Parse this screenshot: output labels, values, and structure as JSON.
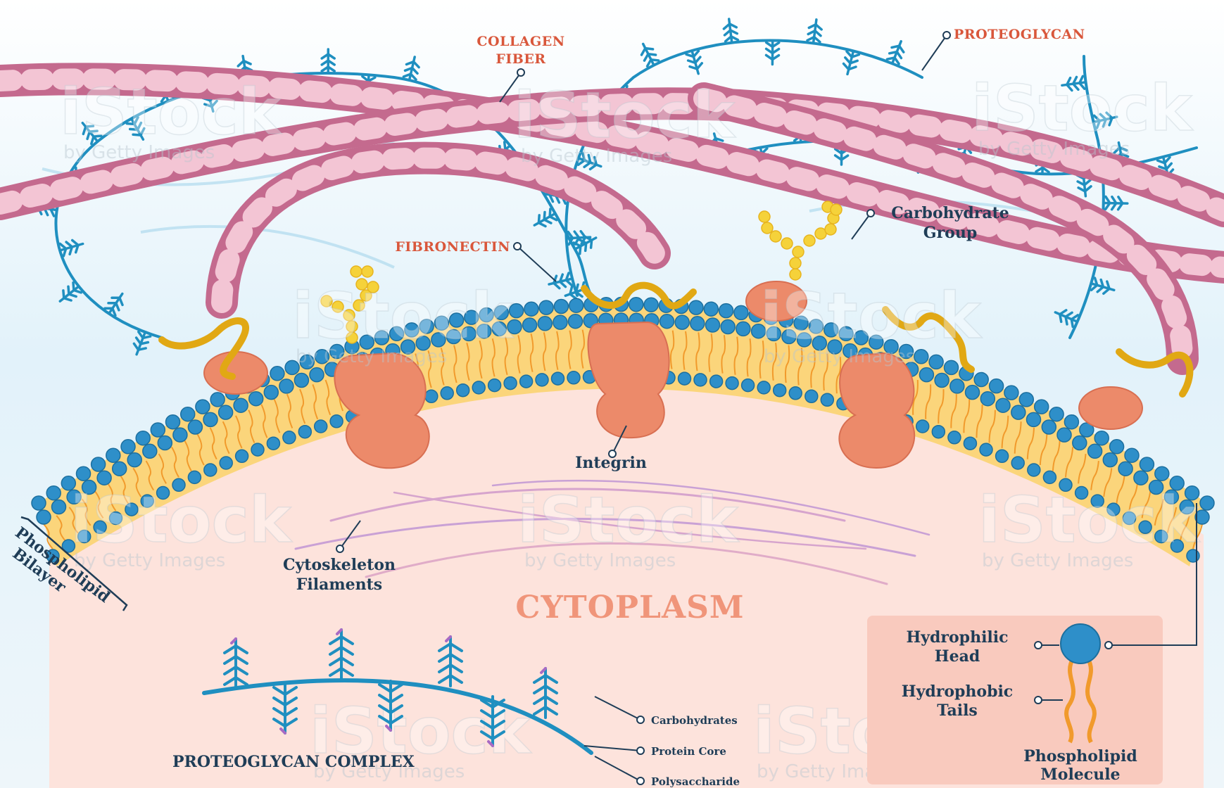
{
  "labels": {
    "collagen_fiber_line1": "COLLAGEN",
    "collagen_fiber_line2": "FIBER",
    "proteoglycan": "PROTEOGLYCAN",
    "fibronectin": "FIBRONECTIN",
    "carbohydrate_group_line1": "Carbohydrate",
    "carbohydrate_group_line2": "Group",
    "integrin": "Integrin",
    "cytoskeleton_line1": "Cytoskeleton",
    "cytoskeleton_line2": "Filaments",
    "phospholipid_bilayer_line1": "Phospholipid",
    "phospholipid_bilayer_line2": "Bilayer",
    "cytoplasm": "CYTOPLASM",
    "proteoglycan_complex": "PROTEOGLYCAN COMPLEX",
    "carbohydrates": "Carbohydrates",
    "protein_core": "Protein Core",
    "polysaccharide": "Polysaccharide",
    "hydrophilic_head_line1": "Hydrophilic",
    "hydrophilic_head_line2": "Head",
    "hydrophobic_tails_line1": "Hydrophobic",
    "hydrophobic_tails_line2": "Tails",
    "phospholipid_molecule_line1": "Phospholipid",
    "phospholipid_molecule_line2": "Molecule"
  },
  "watermark": {
    "brand": "iStock",
    "byline": "by Getty Images"
  },
  "colors": {
    "extracellular_top": "#e6f4fb",
    "cytoplasm_bg": "#fde3dc",
    "lipid_head": "#2e8fc9",
    "lipid_tail": "#f6a53b",
    "membrane_core": "#fbd57b",
    "protein": "#ec8a6a",
    "collagen": "#d98ba7",
    "collagen_light": "#f3c5d4",
    "proteoglycan": "#1f8fc0",
    "fibronectin": "#f2c11f",
    "carbohydrate": "#f5d23a",
    "label_red": "#d9573b",
    "label_dark": "#1f3d57",
    "cytoplasm_text": "#f0957a"
  }
}
